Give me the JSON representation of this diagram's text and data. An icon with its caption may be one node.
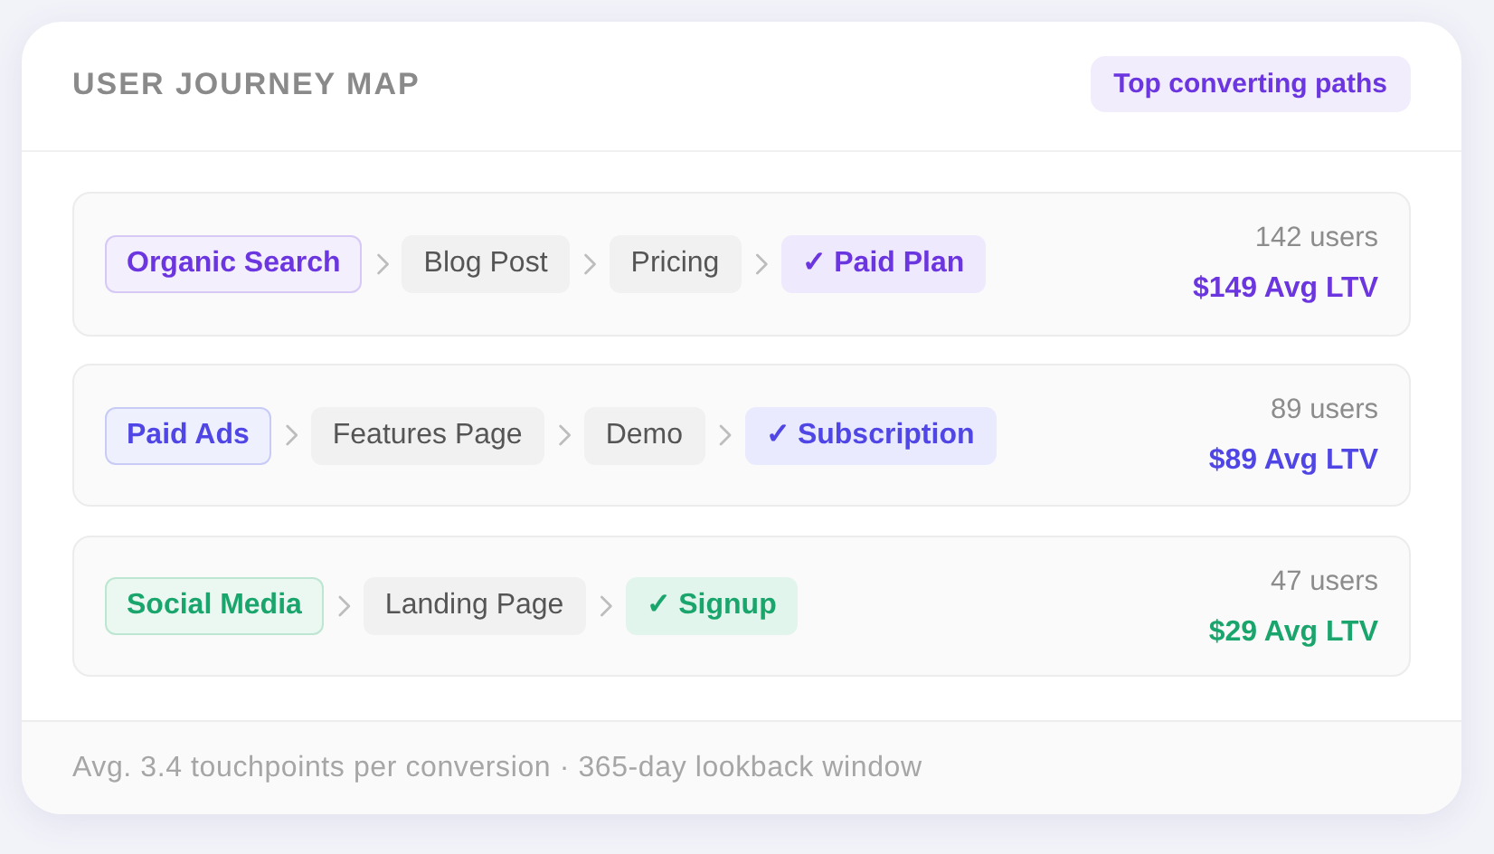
{
  "diagram": {
    "title": "USER JOURNEY MAP",
    "nodes": [
      {
        "text": [
          "142 users",
          "$149 Avg LTV"
        ]
      },
      {
        "text": [
          "Organic Search"
        ],
        "in": 0
      },
      {
        "text": [
          "Blog Post"
        ],
        "in": 0
      },
      {
        "text": [
          "Pricing"
        ],
        "in": 0
      },
      {
        "text": [
          "✓ Paid Plan"
        ],
        "in": 0
      },
      {
        "text": [
          "89 users",
          "$89 Avg LTV"
        ]
      },
      {
        "text": [
          "Paid Ads"
        ],
        "in": 5
      },
      {
        "text": [
          "Features Page"
        ],
        "in": 5
      },
      {
        "text": [
          "Demo"
        ],
        "in": 5
      },
      {
        "text": [
          "✓ Subscription"
        ],
        "in": 5
      },
      {
        "text": [
          "47 users",
          "$29 Avg LTV"
        ]
      },
      {
        "text": [
          "Social Media"
        ],
        "in": 10
      },
      {
        "text": [
          "Landing Page"
        ],
        "in": 10
      },
      {
        "text": [
          "✓ Signup"
        ],
        "in": 10
      }
    ],
    "edges": [
      {
        "from": 1,
        "to": 2,
        "arrow": "to"
      },
      {
        "from": 2,
        "to": 3,
        "arrow": "to"
      },
      {
        "from": 3,
        "to": 4,
        "arrow": "to"
      },
      {
        "from": 6,
        "to": 7,
        "arrow": "to"
      },
      {
        "from": 7,
        "to": 8,
        "arrow": "to"
      },
      {
        "from": 8,
        "to": 9,
        "arrow": "to"
      },
      {
        "from": 11,
        "to": 12,
        "arrow": "to"
      },
      {
        "from": 12,
        "to": 13,
        "arrow": "to"
      }
    ],
    "labels": [
      "Top converting paths",
      "Avg. 3.4 touchpoints per conversion · 365-day lookback window"
    ]
  }
}
